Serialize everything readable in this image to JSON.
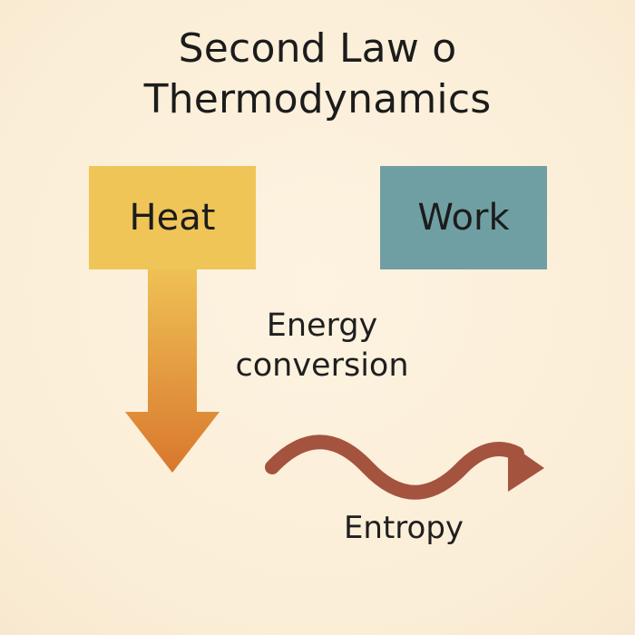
{
  "title": {
    "line1": "Second Law o",
    "line2": "Thermodynamics"
  },
  "boxes": {
    "heat": {
      "label": "Heat",
      "color": "#f0c558"
    },
    "work": {
      "label": "Work",
      "color": "#6f9fa2"
    }
  },
  "labels": {
    "energy_line1": "Energy",
    "energy_line2": "conversion",
    "entropy": "Entropy"
  },
  "colors": {
    "background": "#fcefd9",
    "heat_arrow_top": "#efc155",
    "heat_arrow_bottom": "#d9772d",
    "entropy_arrow": "#a4533f"
  }
}
